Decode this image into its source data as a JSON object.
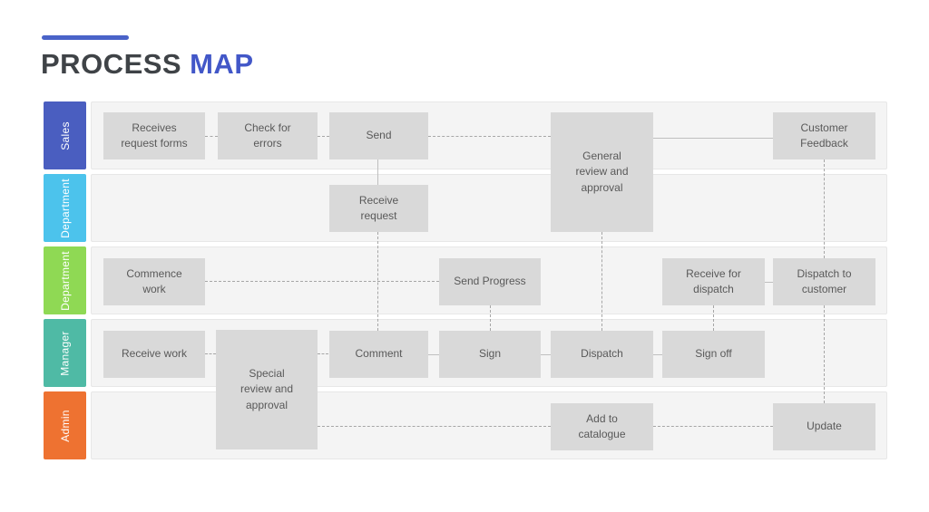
{
  "slide": {
    "title_word1": "PROCESS",
    "title_word2": "MAP",
    "accent_color": "#4a63c8",
    "title_dark_color": "#3f4347",
    "title_blue_color": "#4257c8"
  },
  "lanes": [
    {
      "label": "Sales",
      "color": "#4a5ec0"
    },
    {
      "label": "Department",
      "color": "#4cc3ec"
    },
    {
      "label": "Department",
      "color": "#8fd954"
    },
    {
      "label": "Manager",
      "color": "#4fbaa5"
    },
    {
      "label": "Admin",
      "color": "#ee7231"
    }
  ],
  "node_style": {
    "fill": "#d9d9d9",
    "text_color": "#595959"
  },
  "boxes": {
    "receives_request_forms": "Receives\nrequest forms",
    "check_for_errors": "Check for\nerrors",
    "send": "Send",
    "general_review_and_approval": "General\nreview and\napproval",
    "customer_feedback": "Customer\nFeedback",
    "receive_request": "Receive\nrequest",
    "commence_work": "Commence\nwork",
    "send_progress": "Send Progress",
    "receive_for_dispatch": "Receive for\ndispatch",
    "dispatch_to_customer": "Dispatch to\ncustomer",
    "receive_work": "Receive work",
    "special_review_and_approval": "Special\nreview and\napproval",
    "comment": "Comment",
    "sign": "Sign",
    "dispatch": "Dispatch",
    "sign_off": "Sign off",
    "add_to_catalogue": "Add to\ncatalogue",
    "update": "Update"
  },
  "edges": [
    {
      "from": "receives_request_forms",
      "to": "check_for_errors",
      "style": "dashed"
    },
    {
      "from": "check_for_errors",
      "to": "send",
      "style": "dashed"
    },
    {
      "from": "send",
      "to": "general_review_and_approval",
      "style": "dashed"
    },
    {
      "from": "general_review_and_approval",
      "to": "customer_feedback",
      "style": "solid"
    },
    {
      "from": "send",
      "to": "receive_request",
      "style": "solid"
    },
    {
      "from": "receive_request",
      "to": "comment",
      "style": "dashed"
    },
    {
      "from": "general_review_and_approval",
      "to": "dispatch",
      "style": "dashed"
    },
    {
      "from": "commence_work",
      "to": "send_progress",
      "style": "dashed"
    },
    {
      "from": "send_progress",
      "to": "sign",
      "style": "dashed"
    },
    {
      "from": "receive_for_dispatch",
      "to": "dispatch_to_customer",
      "style": "solid"
    },
    {
      "from": "customer_feedback",
      "to": "dispatch_to_customer",
      "style": "dashed"
    },
    {
      "from": "receive_work",
      "to": "special_review_and_approval",
      "style": "dashed"
    },
    {
      "from": "special_review_and_approval",
      "to": "comment",
      "style": "dashed"
    },
    {
      "from": "comment",
      "to": "sign",
      "style": "solid"
    },
    {
      "from": "sign",
      "to": "dispatch",
      "style": "solid"
    },
    {
      "from": "dispatch",
      "to": "sign_off",
      "style": "solid"
    },
    {
      "from": "receive_for_dispatch",
      "to": "sign_off",
      "style": "dashed"
    },
    {
      "from": "dispatch_to_customer",
      "to": "update",
      "style": "dashed"
    },
    {
      "from": "special_review_and_approval",
      "to": "add_to_catalogue",
      "style": "dashed"
    },
    {
      "from": "add_to_catalogue",
      "to": "update",
      "style": "dashed"
    }
  ]
}
